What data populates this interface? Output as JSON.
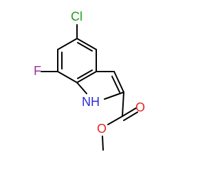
{
  "molecule": {
    "atoms": [
      {
        "id": "Cl",
        "label": "Cl",
        "color": "#1aa01a"
      },
      {
        "id": "F",
        "label": "F",
        "color": "#9b2c9b"
      },
      {
        "id": "NH",
        "label": "NH",
        "color": "#2b2bd6"
      },
      {
        "id": "O_carbonyl",
        "label": "O",
        "color": "#e1251b"
      },
      {
        "id": "O_ester",
        "label": "O",
        "color": "#e1251b"
      }
    ],
    "bond_color": "#000000"
  }
}
